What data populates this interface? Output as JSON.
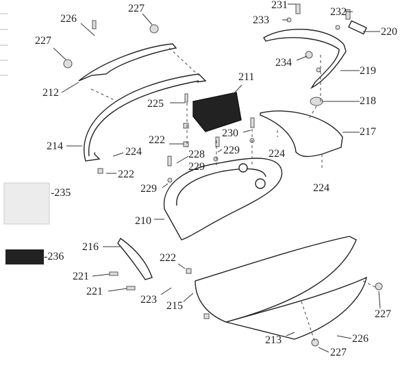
{
  "diagram": {
    "type": "exploded parts diagram",
    "callouts": [
      "231",
      "232",
      "233",
      "220",
      "227",
      "226",
      "227",
      "212",
      "234",
      "219",
      "211",
      "225",
      "218",
      "230",
      "217",
      "222",
      "214",
      "224",
      "228",
      "229",
      "224",
      "229",
      "222",
      "224",
      "229",
      "-235",
      "210",
      "216",
      "-236",
      "222",
      "221",
      "221",
      "223",
      "215",
      "227",
      "213",
      "226",
      "227"
    ]
  }
}
